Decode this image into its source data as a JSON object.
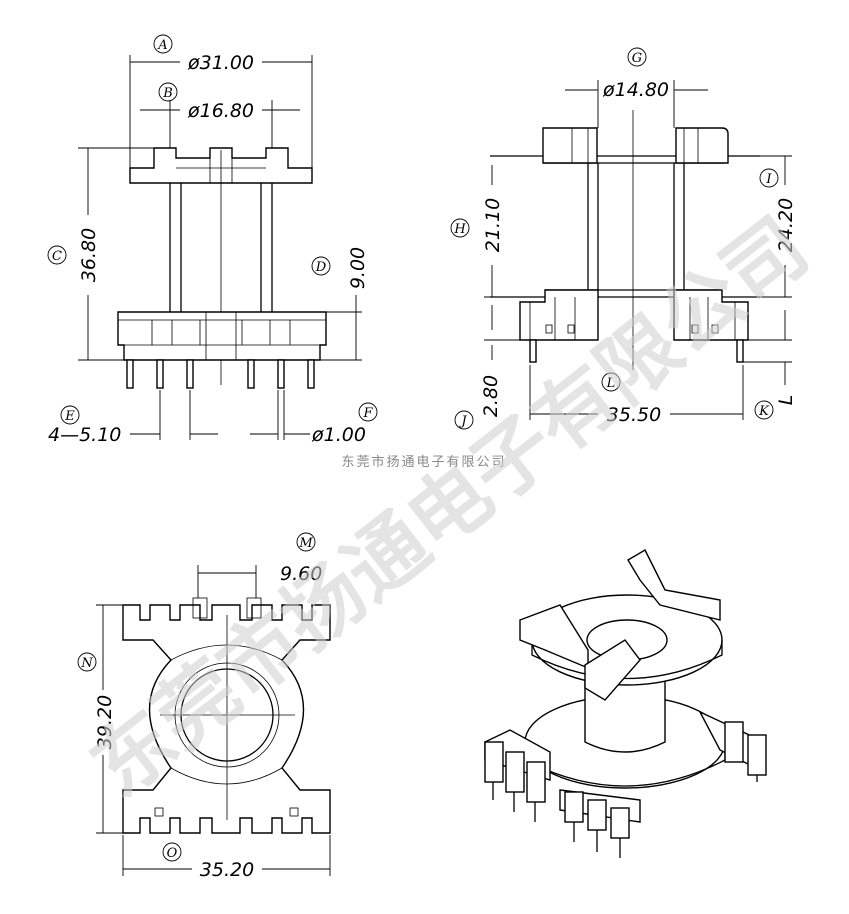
{
  "caption": "东莞市扬通电子有限公司",
  "watermark": "东莞市扬通电子有限公司",
  "front_view": {
    "dims": [
      {
        "marker": "A",
        "value": "ø31.00"
      },
      {
        "marker": "B",
        "value": "ø16.80"
      },
      {
        "marker": "C",
        "value": "36.80"
      },
      {
        "marker": "D",
        "value": "9.00"
      },
      {
        "marker": "E",
        "value": "4—5.10"
      },
      {
        "marker": "F",
        "value": "ø1.00"
      }
    ]
  },
  "side_view": {
    "dims": [
      {
        "marker": "G",
        "value": "ø14.80"
      },
      {
        "marker": "H",
        "value": "21.10"
      },
      {
        "marker": "I",
        "value": "24.20"
      },
      {
        "marker": "J",
        "value": "2.80"
      },
      {
        "marker": "K",
        "value": "L"
      },
      {
        "marker": "L",
        "value": "35.50"
      }
    ]
  },
  "top_view": {
    "dims": [
      {
        "marker": "M",
        "value": "9.60"
      },
      {
        "marker": "N",
        "value": "39.20"
      },
      {
        "marker": "O",
        "value": "35.20"
      }
    ]
  }
}
